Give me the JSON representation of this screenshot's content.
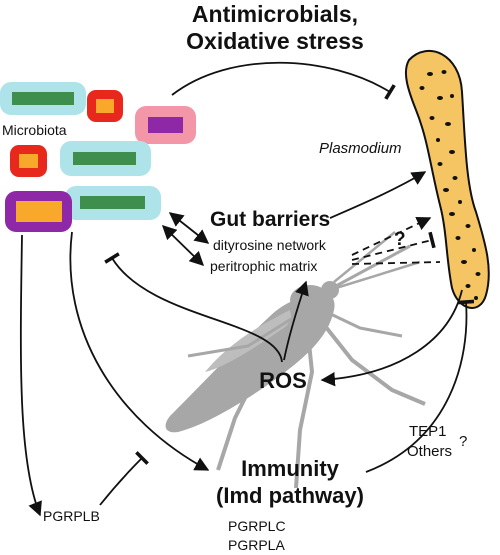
{
  "labels": {
    "antimicrobials_line1": "Antimicrobials,",
    "antimicrobials_line2": "Oxidative stress",
    "microbiota": "Microbiota",
    "plasmodium": "Plasmodium",
    "gut_barriers": "Gut barriers",
    "dityrosine": "dityrosine network",
    "peritrophic": "peritrophic matrix",
    "question_1": "?",
    "ros": "ROS",
    "immunity_line1": "Immunity",
    "immunity_line2": "(Imd pathway)",
    "tep1": "TEP1",
    "others": "Others",
    "question_2": "?",
    "pgrplb": "PGRPLB",
    "pgrplc": "PGRPLC",
    "pgrpla": "PGRPLA"
  },
  "colors": {
    "microbe_green": "#3e8e4e",
    "halo_cyan": "#aee3ea",
    "microbe_red": "#e8271d",
    "microbe_orange": "#f8a92b",
    "microbe_pink": "#f396a8",
    "microbe_purple": "#8f28a6",
    "plasmodium_fill": "#f6c563",
    "mosquito_gray": "#a7a7a7"
  }
}
